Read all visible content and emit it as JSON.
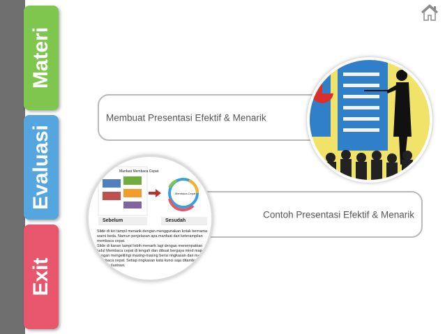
{
  "sidebar": {
    "tabs": [
      {
        "label": "Materi",
        "color": "#7fc64f"
      },
      {
        "label": "Evaluasi",
        "color": "#55a6df"
      },
      {
        "label": "Exit",
        "color": "#e8566c"
      }
    ]
  },
  "menu": {
    "items": [
      {
        "label": "Membuat Presentasi Efektif & Menarik"
      },
      {
        "label": "Contoh Presentasi Efektif & Menarik"
      }
    ]
  },
  "thumbnail": {
    "title": "Manfaat Membaca Cepat",
    "center_label": "Membaca Cepat",
    "caption_before": "Sebelum",
    "caption_after": "Sesudah",
    "para1": "Slide di kiri tampil menarik dengan menggunakan kotak bernama warni beda. Namun penjelasan apa manfaat dari keterampilan membaca cepat.",
    "para2": "Slide di kanan tampil lebih menarik lagi dengan menempatkan judul Membaca cepat di tengah dan dibuat bergaya mind map dengan mengelilingi masing-masing berisi ringkasan dari manfaat membaca cepat. Setiap ringkasan kata kunci saja ditambah gambar ilustrasi."
  },
  "icons": {
    "home": "home-icon"
  }
}
